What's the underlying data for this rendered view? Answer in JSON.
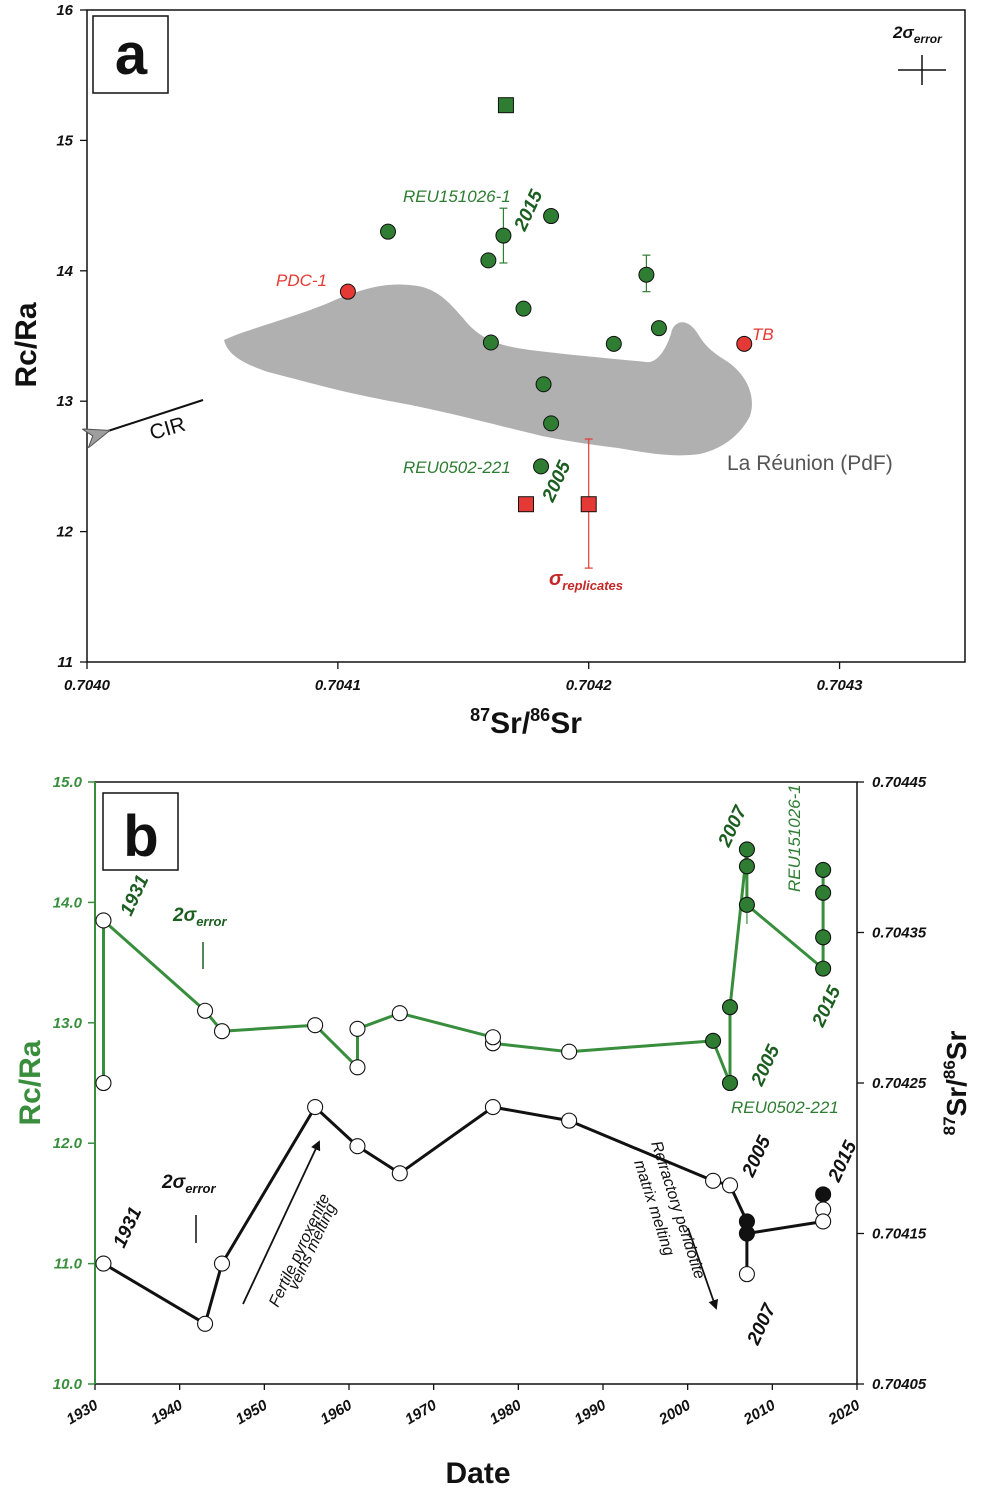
{
  "chart_data": [
    {
      "type": "scatter",
      "panel_label": "a",
      "xlabel": {
        "sup1": "87",
        "base1": "Sr/",
        "sup2": "86",
        "base2": "Sr"
      },
      "ylabel": "Rc/Ra",
      "xlim": [
        0.704,
        0.70435
      ],
      "ylim": [
        11,
        16
      ],
      "x_ticks": [
        0.704,
        0.7041,
        0.7042,
        0.7043
      ],
      "x_tick_labels": [
        "0.7040",
        "0.7041",
        "0.7042",
        "0.7043"
      ],
      "y_ticks": [
        11,
        12,
        13,
        14,
        15,
        16
      ],
      "y_tick_labels": [
        "11",
        "12",
        "13",
        "14",
        "15",
        "16"
      ],
      "field": {
        "label": "La Réunion (PdF)",
        "color": "#b0b0b0"
      },
      "colors": {
        "green": "#2e7d32",
        "red": "#e53935",
        "dark_green": "#1b5e20"
      },
      "green_circles": [
        [
          0.70412,
          14.3
        ],
        [
          0.70416,
          14.08
        ],
        [
          0.704166,
          14.27
        ],
        [
          0.704185,
          14.42
        ],
        [
          0.704161,
          13.45
        ],
        [
          0.704174,
          13.71
        ],
        [
          0.704182,
          13.13
        ],
        [
          0.704185,
          12.83
        ],
        [
          0.704181,
          12.5
        ],
        [
          0.70421,
          13.44
        ],
        [
          0.704223,
          13.97
        ],
        [
          0.704228,
          13.56
        ]
      ],
      "green_square": [
        0.704167,
        15.27
      ],
      "red_circles": [
        [
          0.704104,
          13.84
        ],
        [
          0.704262,
          13.44
        ]
      ],
      "red_squares": [
        [
          0.704175,
          12.21
        ],
        [
          0.7042,
          12.21
        ]
      ],
      "error_bars": [
        {
          "x": 0.704166,
          "y": 14.27,
          "low": 14.06,
          "high": 14.48,
          "color": "#2e7d32"
        },
        {
          "x": 0.704223,
          "y": 13.97,
          "low": 13.84,
          "high": 14.12,
          "color": "#2e7d32"
        },
        {
          "x": 0.7042,
          "y": 12.21,
          "low": 11.72,
          "high": 12.71,
          "color": "#e53935"
        }
      ],
      "annotations": {
        "reu151026": "REU151026-1",
        "year_2015": "2015",
        "pdc1": "PDC-1",
        "tb": "TB",
        "reu0502": "REU0502-221",
        "year_2005": "2005",
        "cir": "CIR",
        "sigma_error_base": "2σ",
        "sigma_error_sub": "error",
        "sigma_rep_base": "σ",
        "sigma_rep_sub": "replicates"
      }
    },
    {
      "type": "line",
      "panel_label": "b",
      "xlabel": "Date",
      "ylabel_left": "Rc/Ra",
      "ylabel_right": {
        "sup1": "87",
        "base1": "Sr/",
        "sup2": "86",
        "base2": "Sr"
      },
      "xlim": [
        1930,
        2020
      ],
      "ylim_left": [
        10.0,
        15.0
      ],
      "ylim_right": [
        0.70405,
        0.70445
      ],
      "x_ticks": [
        1930,
        1940,
        1950,
        1960,
        1970,
        1980,
        1990,
        2000,
        2010,
        2020
      ],
      "x_tick_labels": [
        "1930",
        "1940",
        "1950",
        "1960",
        "1970",
        "1980",
        "1990",
        "2000",
        "2010",
        "2020"
      ],
      "y_ticks_left": [
        10.0,
        11.0,
        12.0,
        13.0,
        14.0,
        15.0
      ],
      "y_tick_labels_left": [
        "10.0",
        "11.0",
        "12.0",
        "13.0",
        "14.0",
        "15.0"
      ],
      "y_ticks_right": [
        0.70405,
        0.70415,
        0.70425,
        0.70435,
        0.70445
      ],
      "y_tick_labels_right": [
        "0.70405",
        "0.70415",
        "0.70425",
        "0.70435",
        "0.70445"
      ],
      "colors": {
        "green": "#388e3c",
        "dark_green": "#1b5e20",
        "black": "#111111"
      },
      "series": [
        {
          "axis": "left",
          "color": "#388e3c",
          "points": [
            [
              1931,
              12.5,
              "open"
            ],
            [
              1931,
              13.85,
              "open"
            ],
            [
              1943,
              13.1,
              "open"
            ],
            [
              1945,
              12.93,
              "open"
            ],
            [
              1956,
              12.98,
              "open"
            ],
            [
              1961,
              12.63,
              "open"
            ],
            [
              1961,
              12.95,
              "open"
            ],
            [
              1966,
              13.08,
              "open"
            ],
            [
              1977,
              12.83,
              "open"
            ],
            [
              1977,
              12.88,
              "open"
            ],
            [
              1986,
              12.76,
              "open"
            ],
            [
              2003,
              12.85,
              "filled"
            ],
            [
              2005,
              12.5,
              "filled"
            ],
            [
              2005,
              13.13,
              "filled"
            ],
            [
              2007,
              13.98,
              "filled"
            ],
            [
              2007,
              14.3,
              "filled"
            ],
            [
              2007,
              14.44,
              "filled"
            ],
            [
              2016,
              13.45,
              "filled"
            ],
            [
              2016,
              13.71,
              "filled"
            ],
            [
              2016,
              14.08,
              "filled"
            ],
            [
              2016,
              14.27,
              "filled"
            ]
          ],
          "path": [
            [
              1931,
              12.5
            ],
            [
              1931,
              13.85
            ],
            [
              1943,
              13.1
            ],
            [
              1945,
              12.93
            ],
            [
              1956,
              12.98
            ],
            [
              1961,
              12.63
            ],
            [
              1961,
              12.95
            ],
            [
              1966,
              13.08
            ],
            [
              1977,
              12.88
            ],
            [
              1977,
              12.83
            ],
            [
              1986,
              12.76
            ],
            [
              2003,
              12.85
            ],
            [
              2005,
              12.5
            ],
            [
              2005,
              13.13
            ],
            [
              2007,
              14.44
            ],
            [
              2007,
              14.3
            ],
            [
              2007,
              13.98
            ],
            [
              2016,
              13.45
            ],
            [
              2016,
              13.71
            ],
            [
              2016,
              14.08
            ],
            [
              2016,
              14.27
            ]
          ]
        },
        {
          "axis": "right",
          "color": "#111111",
          "points": [
            [
              1931,
              0.70413,
              "open"
            ],
            [
              1943,
              0.70409,
              "open"
            ],
            [
              1945,
              0.70413,
              "open"
            ],
            [
              1956,
              0.704234,
              "open"
            ],
            [
              1961,
              0.704208,
              "open"
            ],
            [
              1966,
              0.70419,
              "open"
            ],
            [
              1977,
              0.704234,
              "open"
            ],
            [
              1986,
              0.704225,
              "open"
            ],
            [
              2003,
              0.704185,
              "open"
            ],
            [
              2005,
              0.704182,
              "open"
            ],
            [
              2007,
              0.704158,
              "filled"
            ],
            [
              2007,
              0.70415,
              "filled"
            ],
            [
              2007,
              0.704123,
              "open"
            ],
            [
              2016,
              0.704176,
              "filled"
            ],
            [
              2016,
              0.704166,
              "open"
            ],
            [
              2016,
              0.704158,
              "open"
            ]
          ],
          "path": [
            [
              1931,
              0.70413
            ],
            [
              1943,
              0.70409
            ],
            [
              1945,
              0.70413
            ],
            [
              1956,
              0.704234
            ],
            [
              1961,
              0.704208
            ],
            [
              1966,
              0.70419
            ],
            [
              1977,
              0.704234
            ],
            [
              1986,
              0.704225
            ],
            [
              2003,
              0.704185
            ],
            [
              2005,
              0.704182
            ],
            [
              2007,
              0.704158
            ],
            [
              2007,
              0.704123
            ],
            [
              2007,
              0.70415
            ],
            [
              2016,
              0.704158
            ],
            [
              2016,
              0.704166
            ],
            [
              2016,
              0.704176
            ]
          ]
        }
      ],
      "green_error_bar": {
        "x": 2007,
        "y": 13.98,
        "low": 13.82,
        "high": 14.05
      },
      "annotations": {
        "g1931": "1931",
        "g2007": "2007",
        "g2015": "2015",
        "g2005": "2005",
        "reu151026": "REU151026-1",
        "reu0502": "REU0502-221",
        "sigma_base": "2σ",
        "sigma_sub": "error",
        "k1931": "1931",
        "k2005": "2005",
        "k2015": "2015",
        "k2007": "2007",
        "fertile_1": "Fertile pyroxenite",
        "fertile_2": "veins melting",
        "refractory_1": "Refractory peridotite",
        "refractory_2": "matrix melting"
      }
    }
  ]
}
